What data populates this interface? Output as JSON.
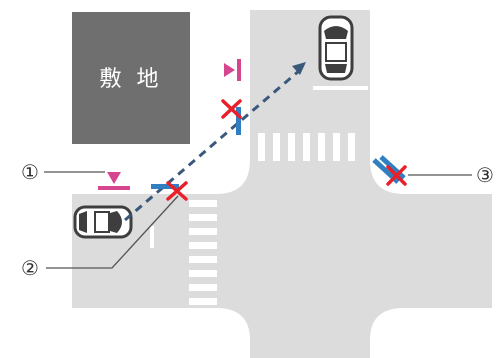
{
  "site": {
    "label": "敷 地"
  },
  "callouts": [
    {
      "marker": "①"
    },
    {
      "marker": "②"
    },
    {
      "marker": "③"
    }
  ],
  "colors": {
    "road": "#dcdcdc",
    "site": "#6f6f6f",
    "crosswalk": "#ffffff",
    "outline": "#ffffff",
    "car_body": "#ffffff",
    "car_dark": "#3e3e3e",
    "pink_mark": "#d6468f",
    "blue_mark": "#2f7fc1",
    "cross_mark": "#e8202a",
    "path_arrow": "#3a587a",
    "leader_line": "#555555"
  },
  "icons": {
    "cross": "x-mark",
    "pink": "triangle-marker",
    "blue": "mirror-bar",
    "car": "car-top-view"
  }
}
